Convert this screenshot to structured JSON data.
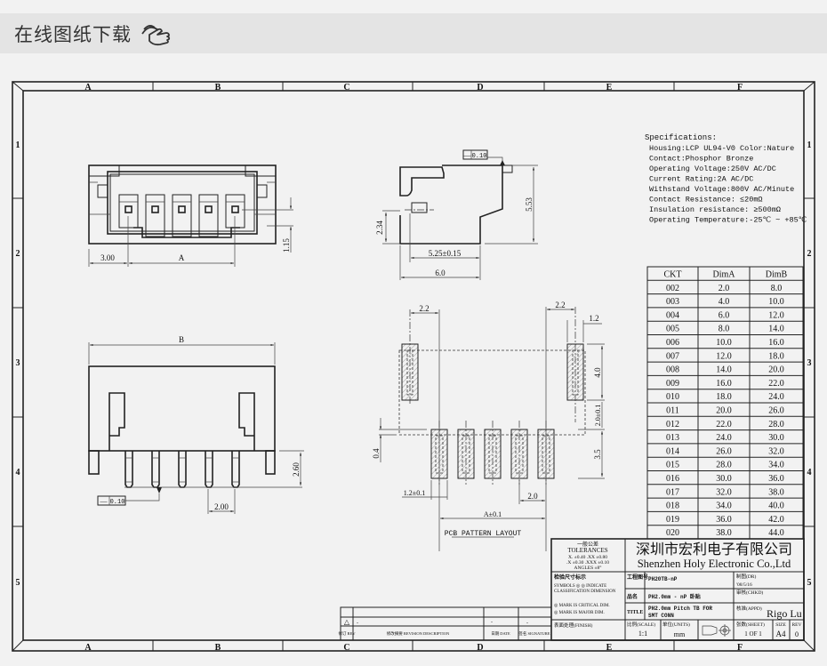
{
  "header": {
    "title": "在线图纸下载",
    "icon": "hand-pointer-icon"
  },
  "frame": {
    "columns": [
      "A",
      "B",
      "C",
      "D",
      "E",
      "F"
    ],
    "rows": [
      "1",
      "2",
      "3",
      "4",
      "5"
    ]
  },
  "specs": {
    "heading": "Specifications:",
    "lines": [
      "Housing:LCP UL94-V0 Color:Nature",
      "Contact:Phosphor Bronze",
      "Operating Voltage:250V AC/DC",
      "Current Rating:2A AC/DC",
      "Withstand Voltage:800V AC/Minute",
      "Contact Resistance: ≤20mΩ",
      "Insulation resistance: ≥500mΩ",
      "Operating Temperature:-25℃ ~ +85℃"
    ]
  },
  "dims": {
    "front_left": "3.00",
    "front_a": "A",
    "front_h": "1.15",
    "side_flatness_symbol": "—",
    "side_flatness": "0.10",
    "side_h1": "2.34",
    "side_h2": "5.53",
    "side_w1": "5.25±0.15",
    "side_w2": "6.0",
    "bottom_b": "B",
    "bottom_h": "2.60",
    "bottom_pitch": "2.00",
    "bottom_flatness_symbol": "—",
    "bottom_flatness": "0.10",
    "pcb_22_left": "2.2",
    "pcb_22_right": "2.2",
    "pcb_12_top": "1.2",
    "pcb_40": "4.0",
    "pcb_20_v": "2.0±0.1",
    "pcb_35": "3.5",
    "pcb_04": "0.4",
    "pcb_12_bottom": "1.2±0.1",
    "pcb_20_pitch": "2.0",
    "pcb_a": "A±0.1",
    "pcb_label": "PCB PATTERN LAYOUT"
  },
  "table": {
    "headers": [
      "CKT",
      "DimA",
      "DimB"
    ],
    "rows": [
      [
        "002",
        "2.0",
        "8.0"
      ],
      [
        "003",
        "4.0",
        "10.0"
      ],
      [
        "004",
        "6.0",
        "12.0"
      ],
      [
        "005",
        "8.0",
        "14.0"
      ],
      [
        "006",
        "10.0",
        "16.0"
      ],
      [
        "007",
        "12.0",
        "18.0"
      ],
      [
        "008",
        "14.0",
        "20.0"
      ],
      [
        "009",
        "16.0",
        "22.0"
      ],
      [
        "010",
        "18.0",
        "24.0"
      ],
      [
        "011",
        "20.0",
        "26.0"
      ],
      [
        "012",
        "22.0",
        "28.0"
      ],
      [
        "013",
        "24.0",
        "30.0"
      ],
      [
        "014",
        "26.0",
        "32.0"
      ],
      [
        "015",
        "28.0",
        "34.0"
      ],
      [
        "016",
        "30.0",
        "36.0"
      ],
      [
        "017",
        "32.0",
        "38.0"
      ],
      [
        "018",
        "34.0",
        "40.0"
      ],
      [
        "019",
        "36.0",
        "42.0"
      ],
      [
        "020",
        "38.0",
        "44.0"
      ]
    ]
  },
  "title_block": {
    "tol_cn": "一般公差",
    "tol_en": "TOLERANCES",
    "tol_l1": "X. ±0.40   .XX ±0.80",
    "tol_l2": ".X ±0.30  .XXX ±0.10",
    "tol_l3": "ANGLES   ±8°",
    "company_cn": "深圳市宏利电子有限公司",
    "company_en": "Shenzhen Holy Electronic Co.,Ltd",
    "inspect_cn": "检验尺寸标示",
    "symbols_line": "SYMBOLS ◎ ◎ INDICATE",
    "class_line": "CLASSIFICATION DIMENSION",
    "critical": "◎ MARK IS CRITICAL DIM.",
    "major": "◎ MARK IS MAJOR DIM.",
    "part_no_label": "工程图号",
    "part_no": "PH20TB-nP",
    "name_label": "品名",
    "name": "PH2.0mm - nP 卧贴",
    "title_label": "TITLE",
    "title_l1": "PH2.0mm Pitch TB FOR",
    "title_l2": "SMT CONN",
    "dr_label": "制图(DR)",
    "dr_value": "'08/5/16",
    "chkd_label": "审核(CHKD)",
    "appd_label": "核准(APPD)",
    "appd_value": "Rigo Lu",
    "finish_label": "表面处理(FINISH)",
    "scale_label": "比例(SCALE)",
    "scale": "1:1",
    "units_label": "单位(UNITS)",
    "units": "mm",
    "sheet_label": "张数(SHEET)",
    "sheet": "1 OF 1",
    "size_label": "SIZE",
    "size": "A4",
    "rev_label": "REV",
    "rev": "0"
  },
  "revision_block": {
    "rev_mark": "△",
    "rev_dot": "-",
    "date_dash": "-",
    "sig_dash": "-",
    "col_rev": "修订 REV",
    "col_desc": "修改摘要 REVISION DESCRIPTION",
    "col_date": "日期 DATE",
    "col_sig": "签名 SIGNATURE"
  }
}
